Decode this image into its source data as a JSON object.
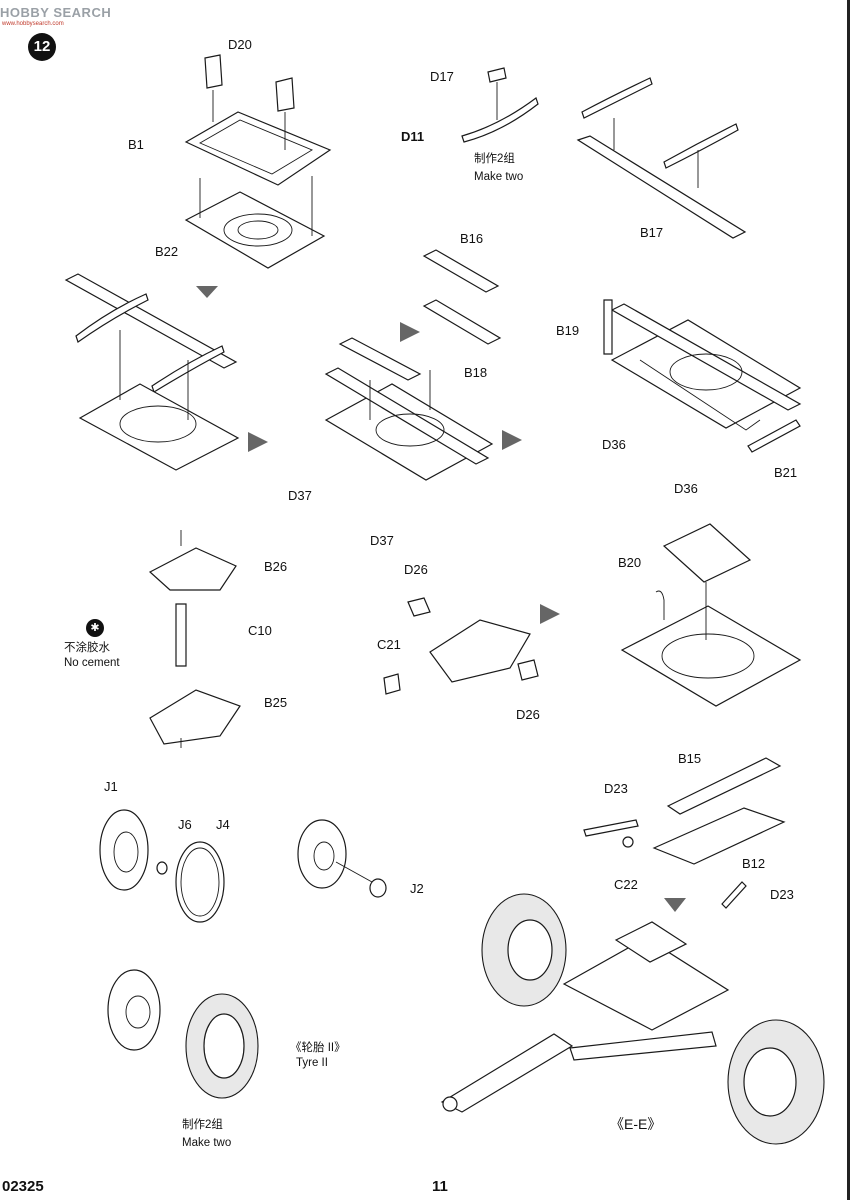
{
  "header": {
    "watermark": "HOBBY SEARCH",
    "watermark_sub": "www.hobbysearch.com",
    "step_number": "12"
  },
  "labels": {
    "d20": "D20",
    "b1": "B1",
    "b22": "B22",
    "d17": "D17",
    "d11": "D11",
    "make_two_cn_1": "制作2组",
    "make_two_en_1": "Make two",
    "b17": "B17",
    "b16": "B16",
    "b18": "B18",
    "b19": "B19",
    "d36_a": "D36",
    "d36_b": "D36",
    "b21": "B21",
    "d37_a": "D37",
    "d37_b": "D37",
    "b26": "B26",
    "c10": "C10",
    "no_cement_cn": "不涂胶水",
    "no_cement_en": "No cement",
    "b25": "B25",
    "d26_a": "D26",
    "c21": "C21",
    "d26_b": "D26",
    "b20": "B20",
    "j1": "J1",
    "j6": "J6",
    "j4": "J4",
    "j2": "J2",
    "b15": "B15",
    "d23_a": "D23",
    "c22": "C22",
    "b12": "B12",
    "d23_b": "D23",
    "tyre_cn": "《轮胎 II》",
    "tyre_en": "Tyre II",
    "make_two_cn_2": "制作2组",
    "make_two_en_2": "Make two",
    "view_ee": "《E-E》"
  },
  "footer": {
    "product_code": "02325",
    "page_number": "11"
  }
}
